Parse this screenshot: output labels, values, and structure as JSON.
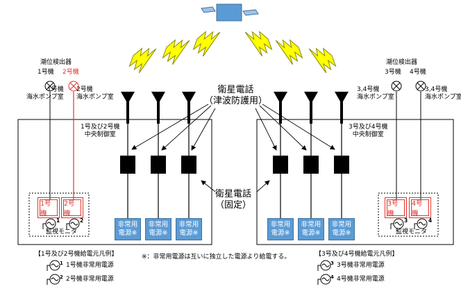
{
  "left": {
    "sensor_title": "潮位検出器",
    "unit1": "1号機",
    "unit2": "2号機",
    "pump1": "1号機\n海水ポンプ室",
    "pump2": "2号機\n海水ポンプ室",
    "control_room": "1号及び2号機\n中央制御室",
    "monitor_label": "監視モニタ",
    "m1": "1号機",
    "m2": "2号機",
    "sup1": "1",
    "sup2": "2",
    "legend_title": "【1号及び2号機給電元凡例】",
    "legend1": "1号機非常用電源",
    "legend2": "2号機非常用電源",
    "legend_sup1": "1",
    "legend_sup2": "2"
  },
  "right": {
    "sensor_title": "潮位検出器",
    "unit3": "3号機",
    "unit4": "4号機",
    "pump3": "3,4号機\n海水ポンプ室",
    "pump4": "3,4号機\n海水ポンプ室",
    "control_room": "3号及び4号機\n中央制御室",
    "monitor_label": "監視モニタ",
    "m3": "3号機",
    "m4": "4号機",
    "sup3": "3",
    "sup4": "4",
    "legend_title": "【3号及び4号機給電元凡例】",
    "legend3": "3号機非常用電源",
    "legend4": "4号機非常用電源",
    "legend_sup3": "3",
    "legend_sup4": "4"
  },
  "center": {
    "sat_phone_tsunami": "衛星電話\n（津波防護用）",
    "sat_phone_fixed": "衛星電話\n（固定）",
    "note": "※：非常用電源は互いに独立した電源より給電する。"
  },
  "power_label": "非常用\n電源※",
  "colors": {
    "power_fill": "#5b9bd5",
    "alarm_red": "#e0322a",
    "lightning": "#ffff00"
  },
  "icons": [
    "satellite-icon",
    "lightning-icon",
    "antenna-icon",
    "phone-icon",
    "lamp-icon",
    "ac-source-icon"
  ]
}
